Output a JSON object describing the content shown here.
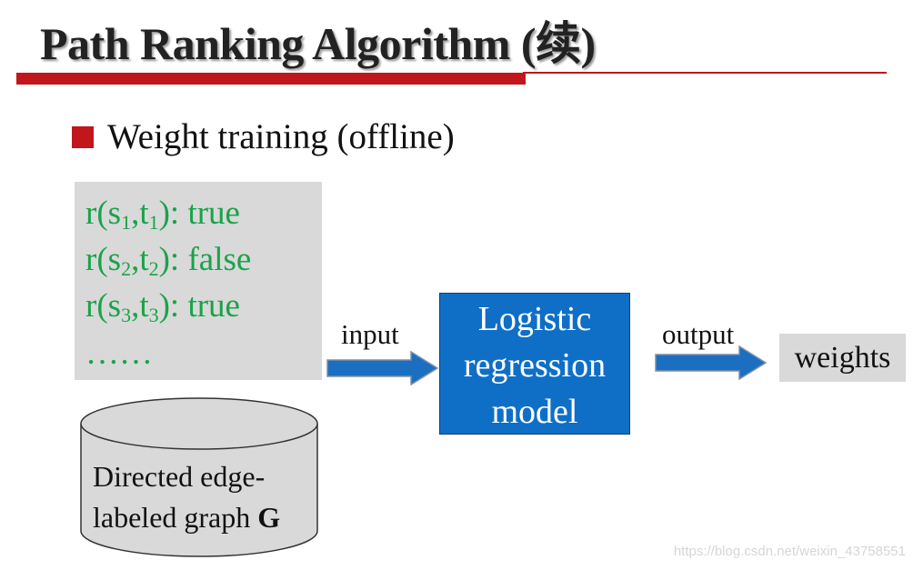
{
  "title": "Path Ranking Algorithm (续)",
  "colors": {
    "accent_red": "#c0161c",
    "example_green": "#1aa34a",
    "model_blue": "#0f6fc6",
    "arrow_blue": "#1b6fc1",
    "box_gray": "#d9d9d9"
  },
  "bullet": {
    "text": "Weight training (offline)"
  },
  "examples": [
    {
      "s": "s",
      "s_sub": "1",
      "t": "t",
      "t_sub": "1",
      "value": "true"
    },
    {
      "s": "s",
      "s_sub": "2",
      "t": "t",
      "t_sub": "2",
      "value": "false"
    },
    {
      "s": "s",
      "s_sub": "3",
      "t": "t",
      "t_sub": "3",
      "value": "true"
    }
  ],
  "examples_ellipsis": "……",
  "graph": {
    "line1": "Directed edge-",
    "line2": "labeled graph",
    "symbol": "G"
  },
  "input_label": "input",
  "model": {
    "line1": "Logistic",
    "line2": "regression",
    "line3": "model"
  },
  "output_label": "output",
  "weights_label": "weights",
  "watermark": "https://blog.csdn.net/weixin_43758551"
}
